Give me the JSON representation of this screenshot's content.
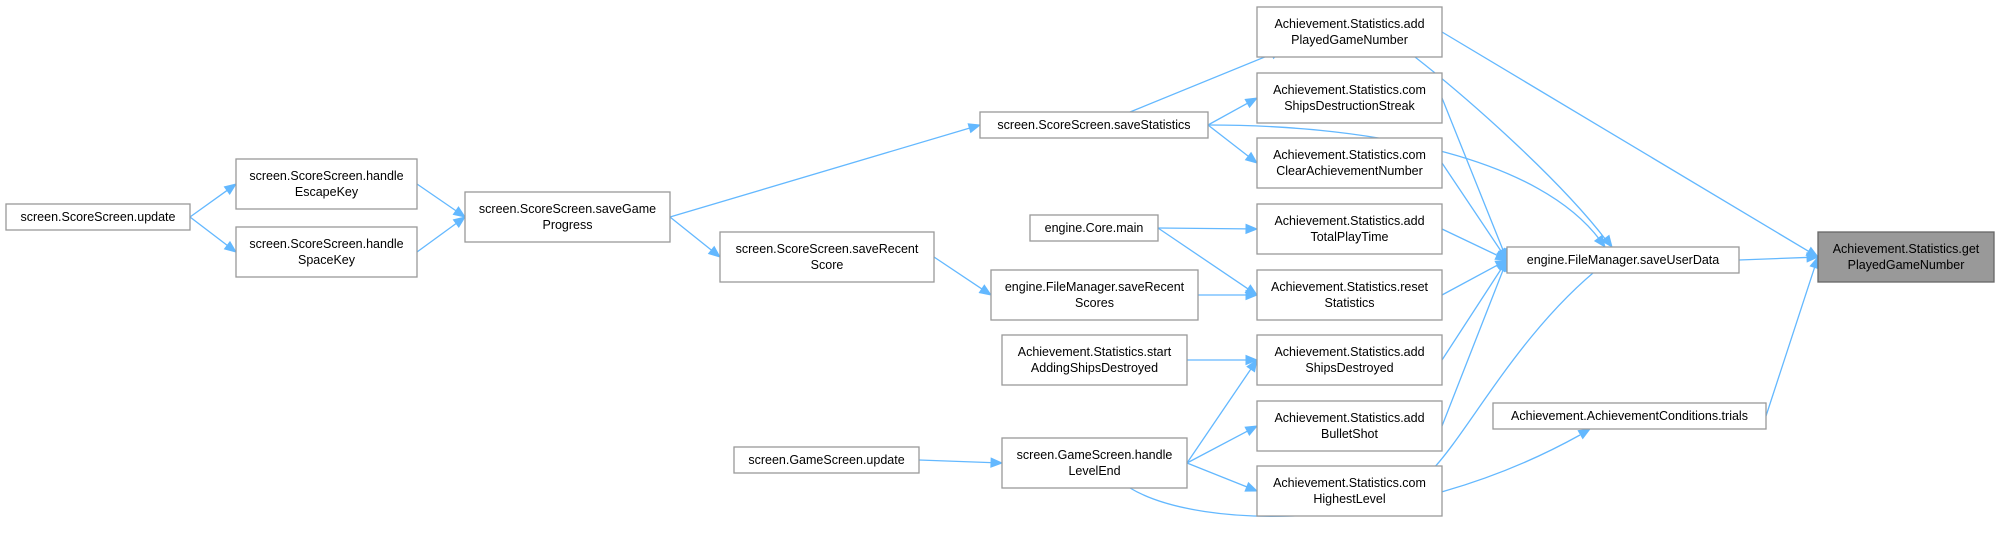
{
  "graph": {
    "edge_color": "#63b8ff",
    "node_border_color": "#999999",
    "root_fill_color": "#999999",
    "nodes": [
      {
        "id": "getPlayedGameNumber",
        "lines": [
          "Achievement.Statistics.get",
          "PlayedGameNumber"
        ],
        "root": true
      },
      {
        "id": "saveUserData",
        "lines": [
          "engine.FileManager.saveUserData"
        ]
      },
      {
        "id": "trials",
        "lines": [
          "Achievement.AchievementConditions.trials"
        ]
      },
      {
        "id": "addPlayedGameNumber",
        "lines": [
          "Achievement.Statistics.add",
          "PlayedGameNumber"
        ]
      },
      {
        "id": "comShipsDestructionStreak",
        "lines": [
          "Achievement.Statistics.com",
          "ShipsDestructionStreak"
        ]
      },
      {
        "id": "comClearAchievementNumber",
        "lines": [
          "Achievement.Statistics.com",
          "ClearAchievementNumber"
        ]
      },
      {
        "id": "addTotalPlayTime",
        "lines": [
          "Achievement.Statistics.add",
          "TotalPlayTime"
        ]
      },
      {
        "id": "resetStatistics",
        "lines": [
          "Achievement.Statistics.reset",
          "Statistics"
        ]
      },
      {
        "id": "addShipsDestroyed",
        "lines": [
          "Achievement.Statistics.add",
          "ShipsDestroyed"
        ]
      },
      {
        "id": "addBulletShot",
        "lines": [
          "Achievement.Statistics.add",
          "BulletShot"
        ]
      },
      {
        "id": "comHighestLevel",
        "lines": [
          "Achievement.Statistics.com",
          "HighestLevel"
        ]
      },
      {
        "id": "saveStatistics",
        "lines": [
          "screen.ScoreScreen.saveStatistics"
        ]
      },
      {
        "id": "coreMain",
        "lines": [
          "engine.Core.main"
        ]
      },
      {
        "id": "saveRecentScores",
        "lines": [
          "engine.FileManager.saveRecent",
          "Scores"
        ]
      },
      {
        "id": "startAddingShipsDestroyed",
        "lines": [
          "Achievement.Statistics.start",
          "AddingShipsDestroyed"
        ]
      },
      {
        "id": "handleLevelEnd",
        "lines": [
          "screen.GameScreen.handle",
          "LevelEnd"
        ]
      },
      {
        "id": "gameScreenUpdate",
        "lines": [
          "screen.GameScreen.update"
        ]
      },
      {
        "id": "saveGameProgress",
        "lines": [
          "screen.ScoreScreen.saveGame",
          "Progress"
        ]
      },
      {
        "id": "saveRecentScore",
        "lines": [
          "screen.ScoreScreen.saveRecent",
          "Score"
        ]
      },
      {
        "id": "handleEscapeKey",
        "lines": [
          "screen.ScoreScreen.handle",
          "EscapeKey"
        ]
      },
      {
        "id": "handleSpaceKey",
        "lines": [
          "screen.ScoreScreen.handle",
          "SpaceKey"
        ]
      },
      {
        "id": "scoreScreenUpdate",
        "lines": [
          "screen.ScoreScreen.update"
        ]
      }
    ],
    "edges": [
      {
        "from": "saveUserData",
        "to": "getPlayedGameNumber"
      },
      {
        "from": "trials",
        "to": "getPlayedGameNumber"
      },
      {
        "from": "addPlayedGameNumber",
        "to": "getPlayedGameNumber"
      },
      {
        "from": "addPlayedGameNumber",
        "to": "saveUserData"
      },
      {
        "from": "comShipsDestructionStreak",
        "to": "saveUserData"
      },
      {
        "from": "comClearAchievementNumber",
        "to": "saveUserData"
      },
      {
        "from": "addTotalPlayTime",
        "to": "saveUserData"
      },
      {
        "from": "resetStatistics",
        "to": "saveUserData"
      },
      {
        "from": "addShipsDestroyed",
        "to": "saveUserData"
      },
      {
        "from": "addBulletShot",
        "to": "saveUserData"
      },
      {
        "from": "comHighestLevel",
        "to": "saveUserData"
      },
      {
        "from": "saveStatistics",
        "to": "saveUserData"
      },
      {
        "from": "handleLevelEnd",
        "to": "trials"
      },
      {
        "from": "saveStatistics",
        "to": "addPlayedGameNumber"
      },
      {
        "from": "saveStatistics",
        "to": "comShipsDestructionStreak"
      },
      {
        "from": "saveStatistics",
        "to": "comClearAchievementNumber"
      },
      {
        "from": "coreMain",
        "to": "addTotalPlayTime"
      },
      {
        "from": "coreMain",
        "to": "resetStatistics"
      },
      {
        "from": "saveRecentScores",
        "to": "resetStatistics"
      },
      {
        "from": "startAddingShipsDestroyed",
        "to": "addShipsDestroyed"
      },
      {
        "from": "handleLevelEnd",
        "to": "addShipsDestroyed"
      },
      {
        "from": "handleLevelEnd",
        "to": "addBulletShot"
      },
      {
        "from": "handleLevelEnd",
        "to": "comHighestLevel"
      },
      {
        "from": "saveGameProgress",
        "to": "saveStatistics"
      },
      {
        "from": "saveRecentScore",
        "to": "saveRecentScores"
      },
      {
        "from": "gameScreenUpdate",
        "to": "handleLevelEnd"
      },
      {
        "from": "saveGameProgress",
        "to": "saveRecentScore"
      },
      {
        "from": "handleEscapeKey",
        "to": "saveGameProgress"
      },
      {
        "from": "handleSpaceKey",
        "to": "saveGameProgress"
      },
      {
        "from": "scoreScreenUpdate",
        "to": "handleEscapeKey"
      },
      {
        "from": "scoreScreenUpdate",
        "to": "handleSpaceKey"
      }
    ]
  }
}
